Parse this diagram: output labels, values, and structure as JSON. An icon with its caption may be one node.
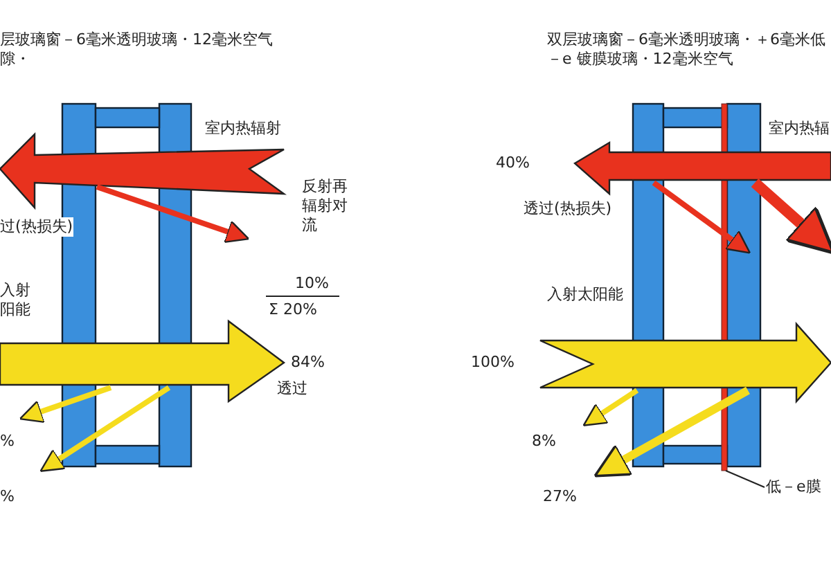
{
  "diagram": {
    "nodes": [
      {
        "text": [
          "低－e膜"
        ]
      },
      {
        "text": [],
        "shape": "bar"
      }
    ],
    "edges": [
      {
        "from": 0,
        "to": 1,
        "arrow": "none"
      }
    ],
    "labels": [
      "层玻璃窗－6毫米透明玻璃・12毫米空气隙・",
      "双层玻璃窗－6毫米透明玻璃・＋6毫米低－e 镀膜玻璃・12毫米空气",
      "室内热辐射",
      "40%",
      "室内热辐",
      "反射再辐射对流",
      "过(热损失)",
      "透过(热损失)",
      "入射阳能",
      "10%",
      "Σ 20%",
      "入射太阳能",
      "84%",
      "透过",
      "100%",
      "%",
      "8%",
      "%",
      "27%"
    ]
  }
}
